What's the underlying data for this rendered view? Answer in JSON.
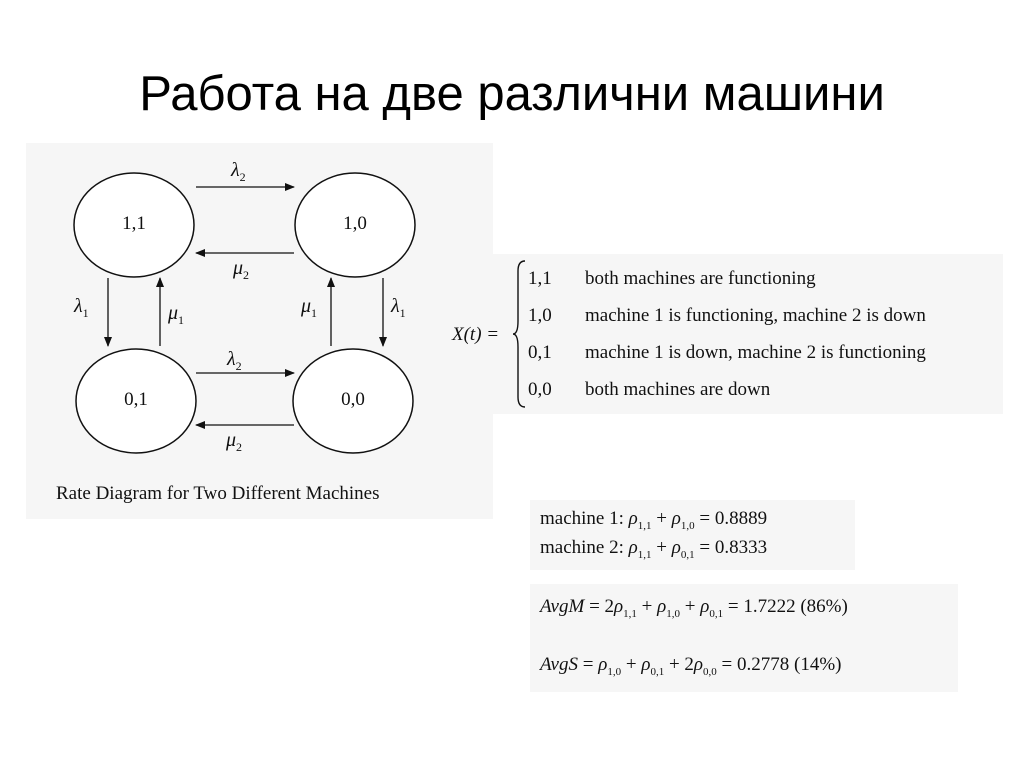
{
  "slide": {
    "title": "Работа на две различни машини"
  },
  "diagram": {
    "nodes": [
      {
        "id": "n11",
        "label": "1,1"
      },
      {
        "id": "n10",
        "label": "1,0"
      },
      {
        "id": "n01",
        "label": "0,1"
      },
      {
        "id": "n00",
        "label": "0,0"
      }
    ],
    "rates": {
      "lambda1": {
        "symbol": "λ",
        "sub": "1"
      },
      "lambda2": {
        "symbol": "λ",
        "sub": "2"
      },
      "mu1": {
        "symbol": "μ",
        "sub": "1"
      },
      "mu2": {
        "symbol": "μ",
        "sub": "2"
      }
    },
    "caption": "Rate Diagram for Two Different Machines"
  },
  "state_definition": {
    "lhs": "X(t) =",
    "cases": [
      {
        "state": "1,1",
        "description": "both machines are functioning"
      },
      {
        "state": "1,0",
        "description": "machine 1 is functioning, machine 2 is down"
      },
      {
        "state": "0,1",
        "description": "machine 1 is down, machine 2 is functioning"
      },
      {
        "state": "0,0",
        "description": "both machines are down"
      }
    ]
  },
  "results": {
    "machine1": {
      "label": "machine 1:",
      "rho_a_sub": "1,1",
      "plus": "+",
      "rho_b_sub": "1,0",
      "equals": "= 0.8889"
    },
    "machine2": {
      "label": "machine 2:",
      "rho_a_sub": "1,1",
      "plus": "+",
      "rho_b_sub": "0,1",
      "equals": "= 0.8333"
    },
    "avgM": {
      "name": "AvgM",
      "eq": "= 2",
      "t1_sub": "1,1",
      "p1": "+",
      "t2_sub": "1,0",
      "p2": "+",
      "t3_sub": "0,1",
      "value": "= 1.7222 (86%)"
    },
    "avgS": {
      "name": "AvgS",
      "eq": "=",
      "t1_sub": "1,0",
      "p1": "+",
      "t2_sub": "0,1",
      "p2": "+ 2",
      "t3_sub": "0,0",
      "value": "= 0.2778 (14%)"
    },
    "rho_symbol": "ρ"
  }
}
